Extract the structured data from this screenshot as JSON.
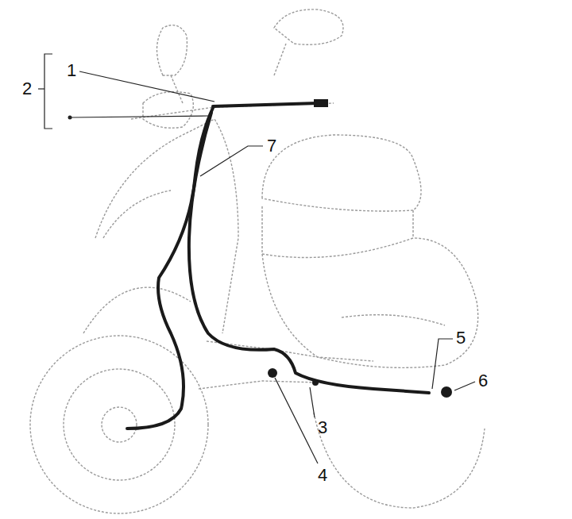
{
  "diagram": {
    "labels": [
      "2",
      "1",
      "7",
      "5",
      "6",
      "3",
      "4"
    ]
  }
}
